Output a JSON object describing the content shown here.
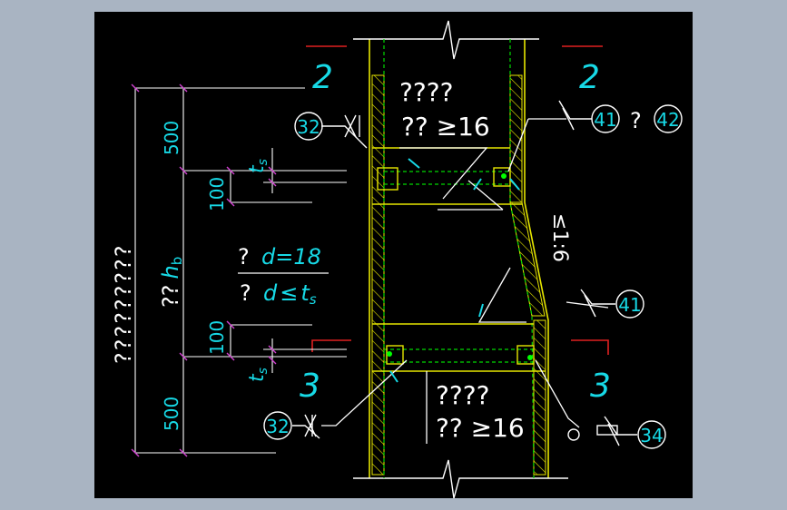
{
  "colors": {
    "background": "#a9b4c2",
    "canvas": "#000000",
    "yellow": "#e6e600",
    "green": "#00d800",
    "cyan": "#17d9e6",
    "white": "#ffffff",
    "red": "#e02020",
    "magenta": "#d040d0"
  },
  "section_labels": {
    "top_left": "2",
    "top_right": "2",
    "bottom_left": "3",
    "bottom_right": "3"
  },
  "dimensions": {
    "top_500": "500",
    "top_100": "100",
    "bottom_100": "100",
    "bottom_500": "500",
    "ts_top": "t",
    "ts_top_sub": "s",
    "ts_bottom": "t",
    "ts_bottom_sub": "s",
    "hb_prefix": "??",
    "hb_main": "h",
    "hb_sub": "b",
    "left_vertical_text": "?????????"
  },
  "notes": {
    "top_line1": "????",
    "top_line2": "?? ≥16",
    "bottom_line1": "????",
    "bottom_line2": "?? ≥16",
    "mid_q1": "?",
    "mid_d18": "d=18",
    "mid_q2": "?",
    "mid_dts_d": "d",
    "mid_dts_le": "≤",
    "mid_dts_t": "t",
    "mid_dts_s": "s",
    "slope": "≤1:6",
    "right_q": "?"
  },
  "callouts": {
    "weld_top_left": "32",
    "weld_top_right_a": "41",
    "weld_top_right_b": "42",
    "weld_mid_right": "41",
    "weld_bottom_left": "32",
    "weld_bottom_right": "34"
  }
}
